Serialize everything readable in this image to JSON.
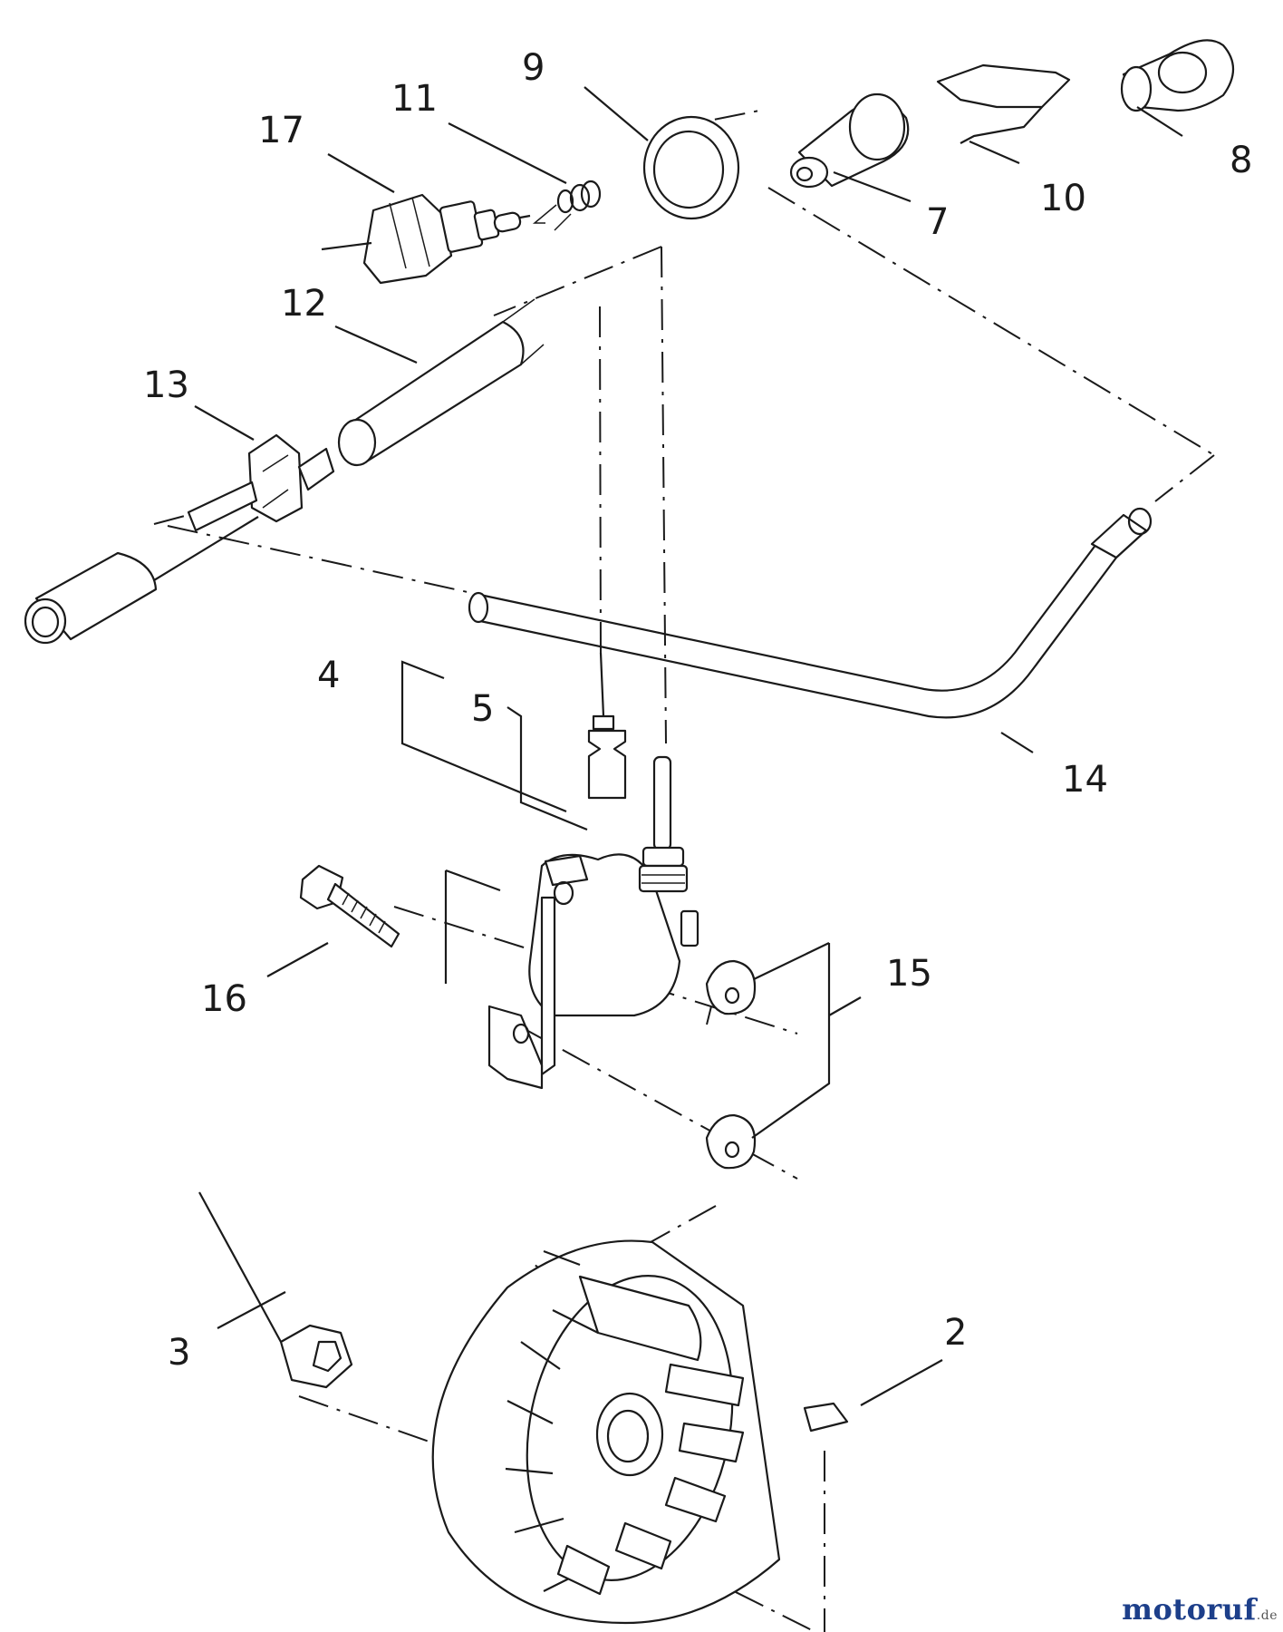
{
  "diagram": {
    "callouts": [
      "17",
      "11",
      "9",
      "7",
      "10",
      "8",
      "12",
      "13",
      "4",
      "5",
      "14",
      "15",
      "16",
      "3",
      "2"
    ]
  },
  "watermark": {
    "brand": "motoruf",
    "suffix": ".de"
  }
}
